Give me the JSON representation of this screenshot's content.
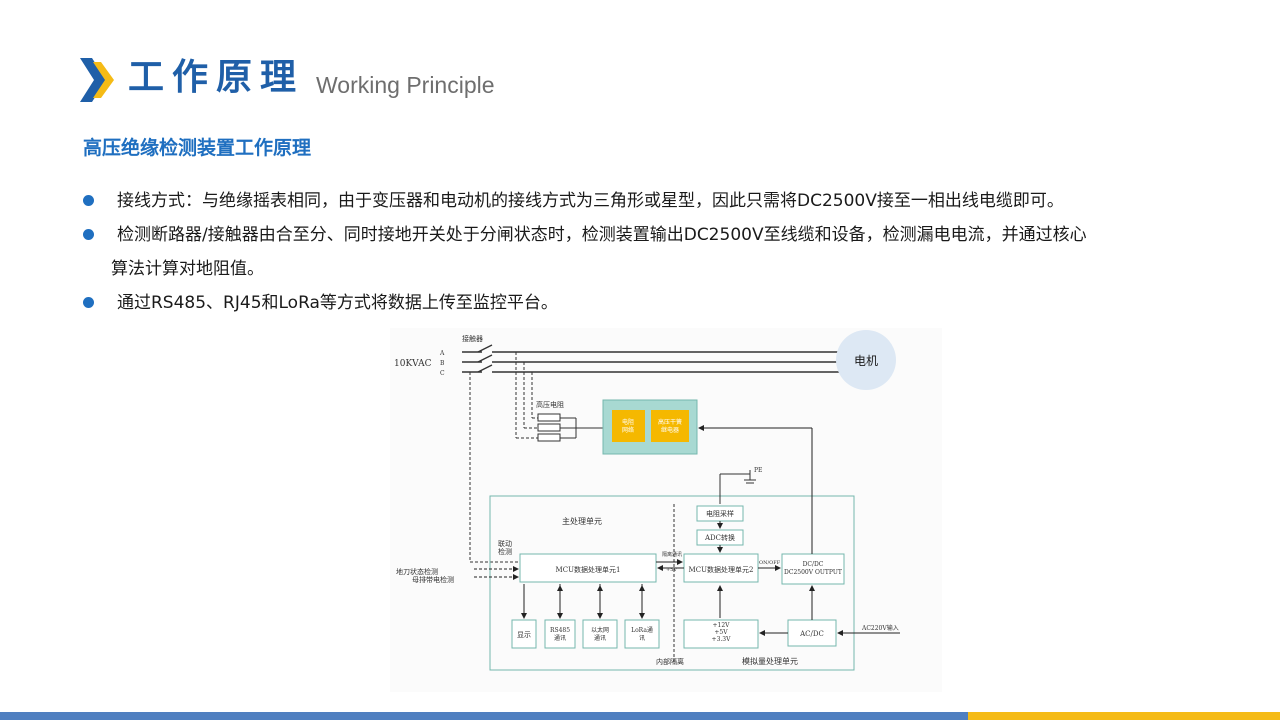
{
  "header": {
    "title_cn": "工作原理",
    "title_en": "Working Principle",
    "colors": {
      "primary_blue": "#1f5fa8",
      "accent_gold": "#f5bb16"
    }
  },
  "section": {
    "subtitle": "高压绝缘检测装置工作原理"
  },
  "bullets": [
    {
      "text": "接线方式：与绝缘摇表相同，由于变压器和电动机的接线方式为三角形或星型，因此只需将DC2500V接至一相出线电缆即可。"
    },
    {
      "text_line1": "检测断路器/接触器由合至分、同时接地开关处于分闸状态时，检测装置输出DC2500V至线缆和设备，检测漏电电流，并通过核心",
      "text_line2": "算法计算对地阻值。"
    },
    {
      "text": "通过RS485、RJ45和LoRa等方式将数据上传至监控平台。"
    }
  ],
  "diagram": {
    "contactor": "接触器",
    "voltage": "10KVAC",
    "phase_a": "A",
    "phase_b": "B",
    "phase_c": "C",
    "motor": "电机",
    "hv_resistor": "高压电阻",
    "res_network": "电阻\n网络",
    "hv_power": "高压干簧\n继电器",
    "pe": "PE",
    "main_unit": "主处理单元",
    "res_sample": "电阻采样",
    "adc": "ADC转换",
    "linkage": "联动\n检测",
    "mcu1": "MCU数据处理单元1",
    "mcu2": "MCU数据处理单元2",
    "isolated_comm": "隔离通讯",
    "plus5v": "+5V",
    "onoff": "ON/OFF",
    "dcdc": "DC/DC\nDC2500V OUTPUT",
    "ground_switch": "地刀状态检测",
    "busbar": "母排带电检测",
    "display": "显示",
    "rs485": "RS485\n通讯",
    "ethernet": "以太网\n通讯",
    "lora": "LoRa通\n讯",
    "power_rails": "+12V\n+5V\n+3.3V",
    "acdc": "AC/DC",
    "ac_in": "AC220V输入",
    "internal_iso": "内部隔离",
    "analog_unit": "模拟量处理单元"
  }
}
